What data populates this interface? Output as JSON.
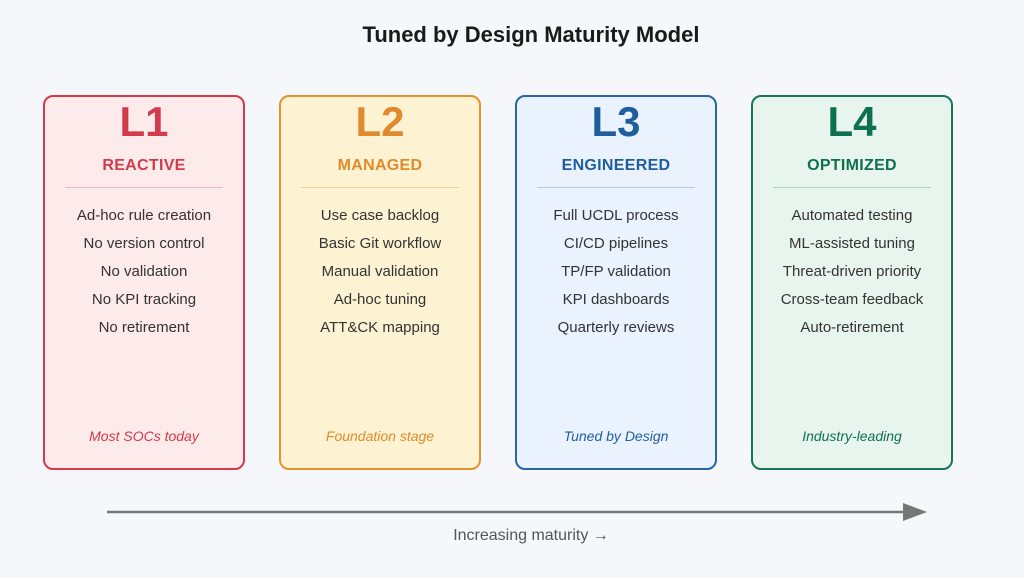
{
  "title": "Tuned by Design Maturity Model",
  "levels": [
    {
      "level": "L1",
      "stage": "REACTIVE",
      "items": [
        "Ad-hoc rule creation",
        "No version control",
        "No validation",
        "No KPI tracking",
        "No retirement"
      ],
      "footer": "Most SOCs today",
      "colors": {
        "accent": "#d13b4b",
        "border": "#d13b4b",
        "fill": "#fdeaea",
        "divider": "#f0b8bd"
      }
    },
    {
      "level": "L2",
      "stage": "MANAGED",
      "items": [
        "Use case backlog",
        "Basic Git workflow",
        "Manual validation",
        "Ad-hoc tuning",
        "ATT&CK mapping"
      ],
      "footer": "Foundation stage",
      "colors": {
        "accent": "#e08a2c",
        "border": "#e6922f",
        "fill": "#fdf2d2",
        "divider": "#efd29a"
      }
    },
    {
      "level": "L3",
      "stage": "ENGINEERED",
      "items": [
        "Full UCDL process",
        "CI/CD pipelines",
        "TP/FP validation",
        "KPI dashboards",
        "Quarterly reviews"
      ],
      "footer": "Tuned by Design",
      "colors": {
        "accent": "#1f5e9e",
        "border": "#2a65a8",
        "fill": "#e9f2fd",
        "divider": "#b3c9e1"
      }
    },
    {
      "level": "L4",
      "stage": "OPTIMIZED",
      "items": [
        "Automated testing",
        "ML-assisted tuning",
        "Threat-driven priority",
        "Cross-team feedback",
        "Auto-retirement"
      ],
      "footer": "Industry-leading",
      "colors": {
        "accent": "#0e7050",
        "border": "#15775a",
        "fill": "#e8f4ee",
        "divider": "#b0d3c3"
      }
    }
  ],
  "axis_label": "Increasing maturity →",
  "arrow_color": "#777777"
}
